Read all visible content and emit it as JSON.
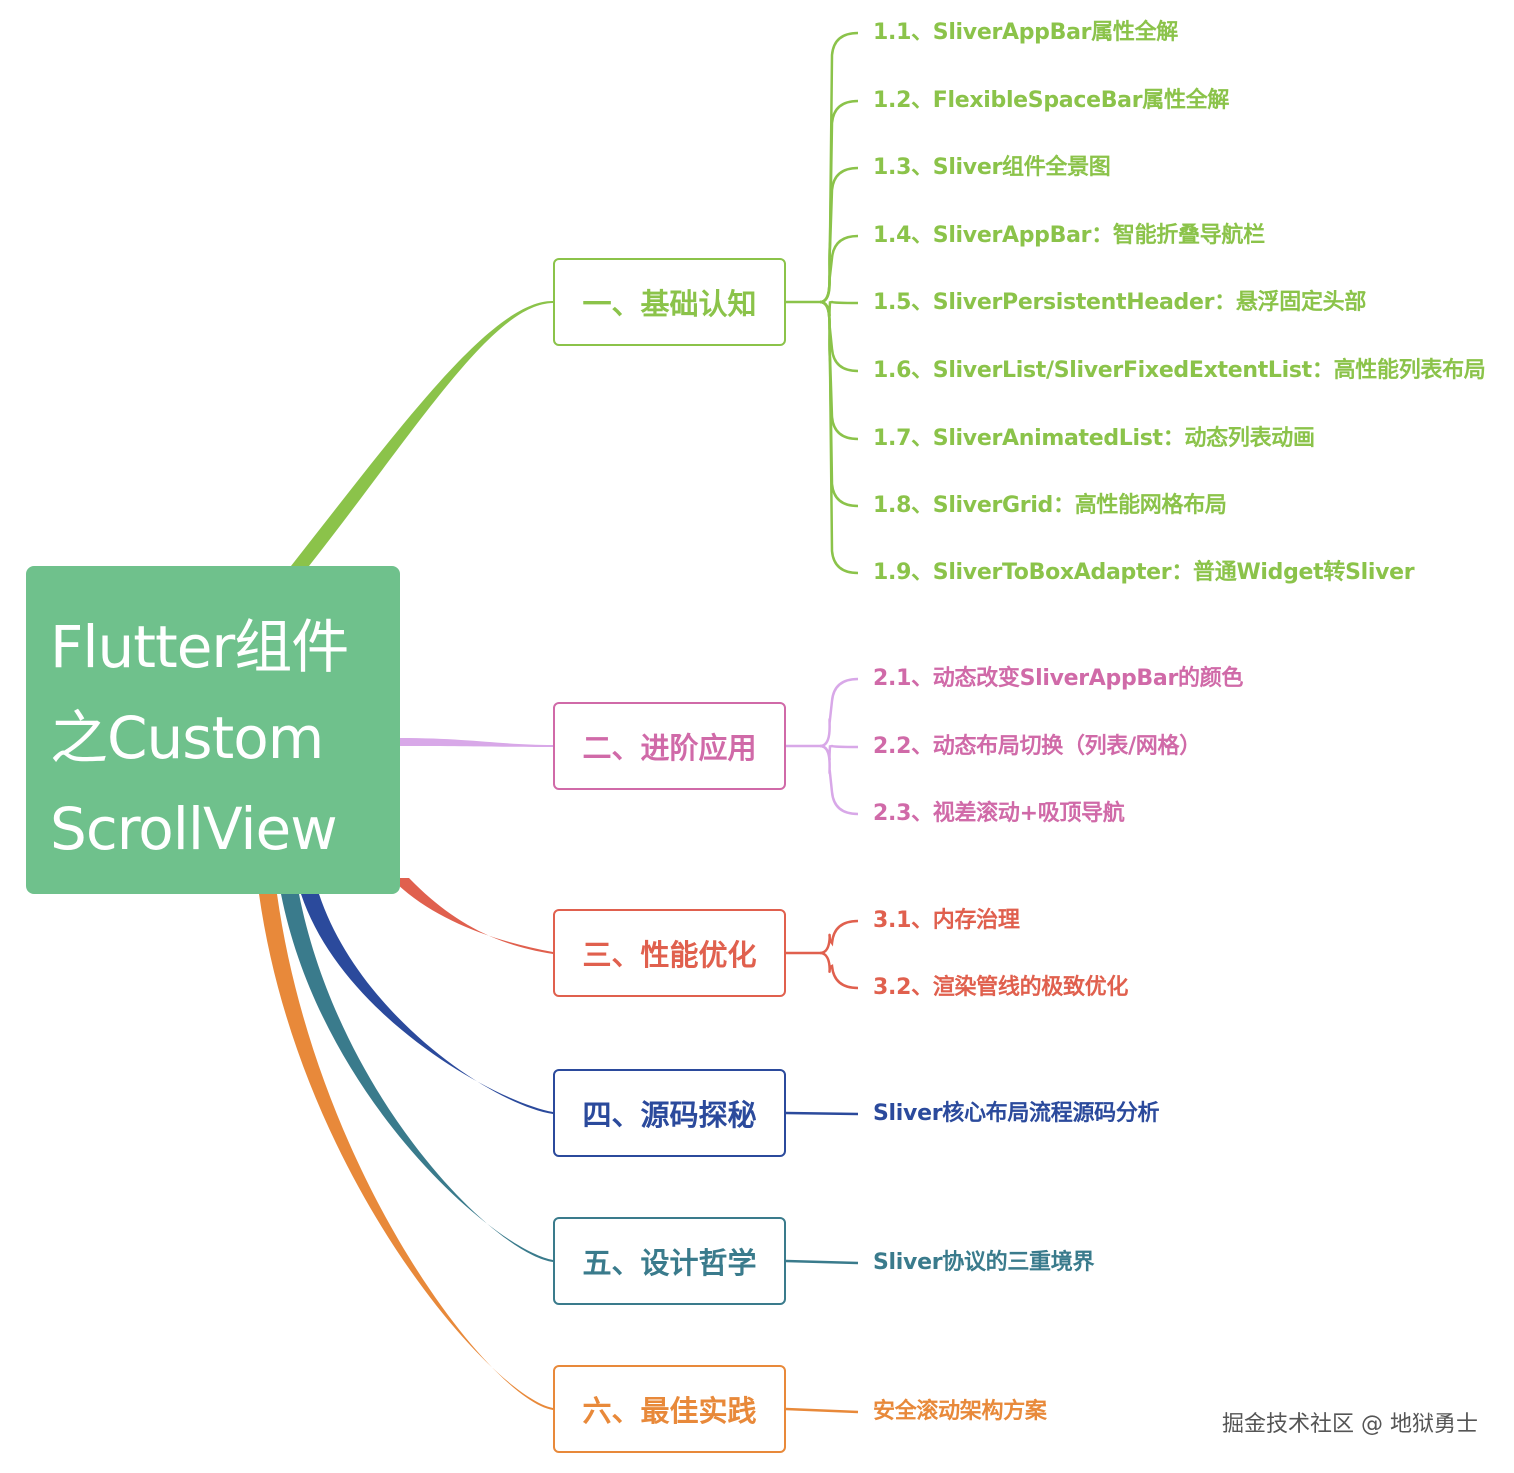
{
  "root": {
    "lines": [
      "Flutter组件",
      "之Custom",
      "ScrollView"
    ],
    "color": "#6fc18c"
  },
  "branches": [
    {
      "label": "一、基础认知",
      "color": "#8bc34a",
      "children": [
        "1.1、SliverAppBar属性全解",
        "1.2、FlexibleSpaceBar属性全解",
        "1.3、Sliver组件全景图",
        "1.4、SliverAppBar：智能折叠导航栏",
        "1.5、SliverPersistentHeader：悬浮固定头部",
        "1.6、SliverList/SliverFixedExtentList：高性能列表布局",
        "1.7、SliverAnimatedList：动态列表动画",
        "1.8、SliverGrid：高性能网格布局",
        "1.9、SliverToBoxAdapter：普通Widget转Sliver"
      ]
    },
    {
      "label": "二、进阶应用",
      "color": "#d06aa8",
      "line_color": "#d8a8e8",
      "children": [
        "2.1、动态改变SliverAppBar的颜色",
        "2.2、动态布局切换（列表/网格）",
        "2.3、视差滚动+吸顶导航"
      ]
    },
    {
      "label": "三、性能优化",
      "color": "#e0604e",
      "children": [
        "3.1、内存治理",
        "3.2、渲染管线的极致优化"
      ]
    },
    {
      "label": "四、源码探秘",
      "color": "#2b4a9c",
      "children": [
        "Sliver核心布局流程源码分析"
      ]
    },
    {
      "label": "五、设计哲学",
      "color": "#3a7b8c",
      "children": [
        "Sliver协议的三重境界"
      ]
    },
    {
      "label": "六、最佳实践",
      "color": "#e8893a",
      "children": [
        "安全滚动架构方案"
      ]
    }
  ],
  "watermark": "掘金技术社区 @ 地狱勇士"
}
